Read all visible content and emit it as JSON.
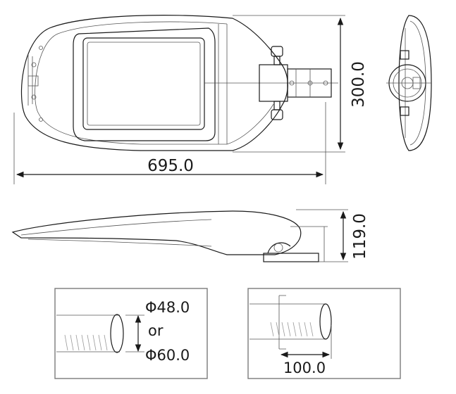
{
  "dimensions": {
    "length": "695.0",
    "width": "300.0",
    "height": "119.0",
    "pipe_diameter_small": "Φ48.0",
    "pipe_diameter_or": "or",
    "pipe_diameter_large": "Φ60.0",
    "insertion_depth": "100.0"
  }
}
